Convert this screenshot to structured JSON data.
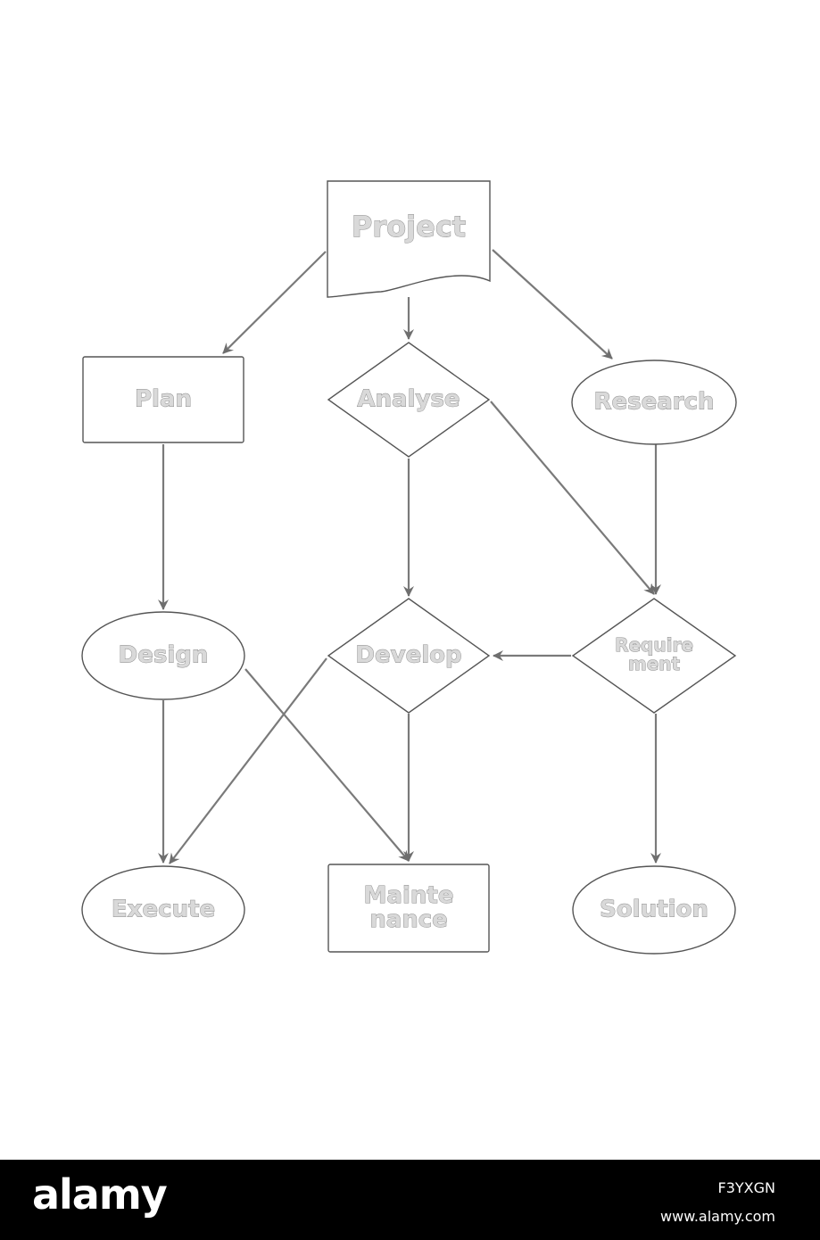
{
  "nodes": {
    "project": {
      "label": [
        "Project"
      ],
      "shape": "document"
    },
    "plan": {
      "label": [
        "Plan"
      ],
      "shape": "rect"
    },
    "analyse": {
      "label": [
        "Analyse"
      ],
      "shape": "diamond"
    },
    "research": {
      "label": [
        "Research"
      ],
      "shape": "ellipse"
    },
    "design": {
      "label": [
        "Design"
      ],
      "shape": "ellipse"
    },
    "develop": {
      "label": [
        "Develop"
      ],
      "shape": "diamond"
    },
    "requirement": {
      "label": [
        "Require",
        "ment"
      ],
      "shape": "diamond"
    },
    "execute": {
      "label": [
        "Execute"
      ],
      "shape": "ellipse"
    },
    "maintenance": {
      "label": [
        "Mainte",
        "nance"
      ],
      "shape": "rect"
    },
    "solution": {
      "label": [
        "Solution"
      ],
      "shape": "ellipse"
    }
  },
  "edges": [
    {
      "from": "project",
      "to": "plan"
    },
    {
      "from": "project",
      "to": "analyse"
    },
    {
      "from": "project",
      "to": "research"
    },
    {
      "from": "plan",
      "to": "design"
    },
    {
      "from": "analyse",
      "to": "develop"
    },
    {
      "from": "analyse",
      "to": "requirement"
    },
    {
      "from": "research",
      "to": "requirement"
    },
    {
      "from": "requirement",
      "to": "develop"
    },
    {
      "from": "design",
      "to": "execute"
    },
    {
      "from": "design",
      "to": "maintenance"
    },
    {
      "from": "develop",
      "to": "execute"
    },
    {
      "from": "develop",
      "to": "maintenance"
    },
    {
      "from": "requirement",
      "to": "solution"
    }
  ],
  "footer": {
    "logo": "alamy",
    "image_id": "F3YXGN",
    "url": "www.alamy.com"
  },
  "colors": {
    "label_fill": "#d9d9d9",
    "label_outline": "#8a8a8a",
    "edge": "#7a7a7a",
    "footer_bg": "#000000"
  }
}
